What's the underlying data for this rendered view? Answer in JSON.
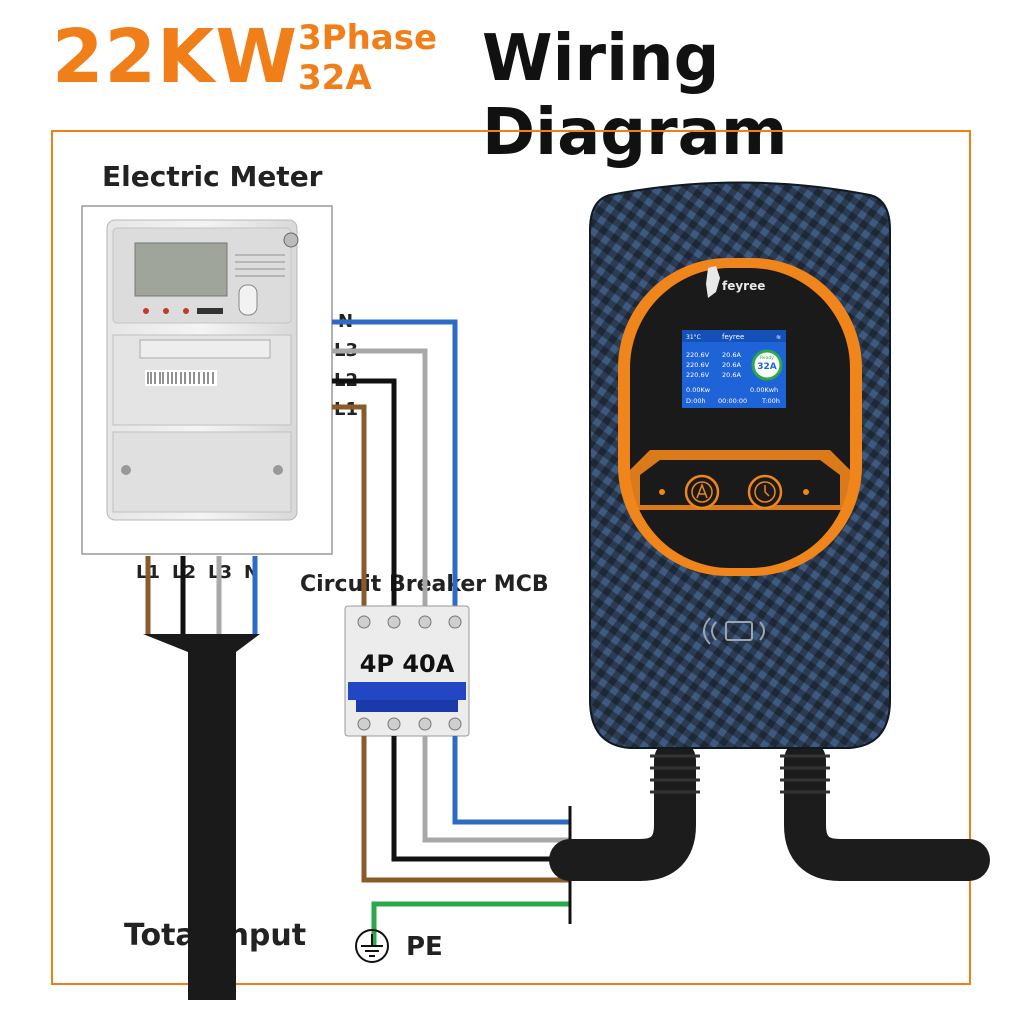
{
  "header": {
    "power": "22KW",
    "phase_line1": "3Phase",
    "phase_line2": "32A",
    "title": "Wiring Diagram"
  },
  "labels": {
    "electric_meter": "Electric Meter",
    "circuit_breaker": "Circuit Breaker MCB",
    "mcb_rating": "4P 40A",
    "total_input": "Total Input",
    "pe": "PE"
  },
  "meter_terminals_right": [
    "N",
    "L3",
    "L2",
    "L1"
  ],
  "meter_terminals_bottom": [
    "L1",
    "L2",
    "L3",
    "N"
  ],
  "charger": {
    "brand": "feyree",
    "screen": {
      "temp": "31°C",
      "brand": "feyree",
      "rows": [
        {
          "voltage": "220.6V",
          "current": "20.6A"
        },
        {
          "voltage": "220.6V",
          "current": "20.6A"
        },
        {
          "voltage": "220.6V",
          "current": "20.6A"
        }
      ],
      "status": "Ready",
      "amps": "32A",
      "power": "0.00Kw",
      "energy": "0.00Kwh",
      "day": "D:00h",
      "clock": "00:00:00",
      "timer": "T:00h"
    }
  },
  "colors": {
    "accent": "#f07f1a",
    "wire_blue": "#2f6bc4",
    "wire_gray": "#a8a8a8",
    "wire_black": "#111111",
    "wire_brown": "#8b5a2b",
    "wire_green": "#2aa84a"
  }
}
